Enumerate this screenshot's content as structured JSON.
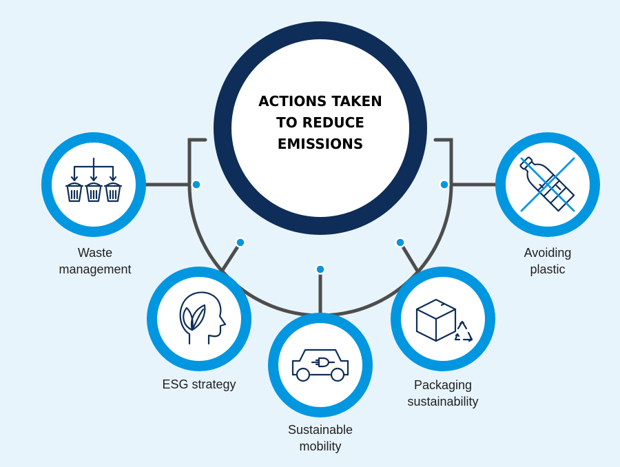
{
  "title": {
    "line1": "ACTIONS TAKEN",
    "line2": "TO REDUCE",
    "line3": "EMISSIONS"
  },
  "items": [
    {
      "line1": "Waste",
      "line2": "management",
      "icon": "waste-baskets-icon"
    },
    {
      "line1": "ESG strategy",
      "line2": "",
      "icon": "head-leaf-icon"
    },
    {
      "line1": "Sustainable",
      "line2": "mobility",
      "icon": "electric-car-icon"
    },
    {
      "line1": "Packaging",
      "line2": "sustainability",
      "icon": "recycle-box-icon"
    },
    {
      "line1": "Avoiding",
      "line2": "plastic",
      "icon": "no-plastic-bottle-icon"
    }
  ],
  "colors": {
    "background": "#e8f4fc",
    "center_ring": "#0e2d58",
    "item_ring": "#0096e0",
    "connector": "#4d4d4d",
    "icon_stroke": "#0e2d58"
  }
}
